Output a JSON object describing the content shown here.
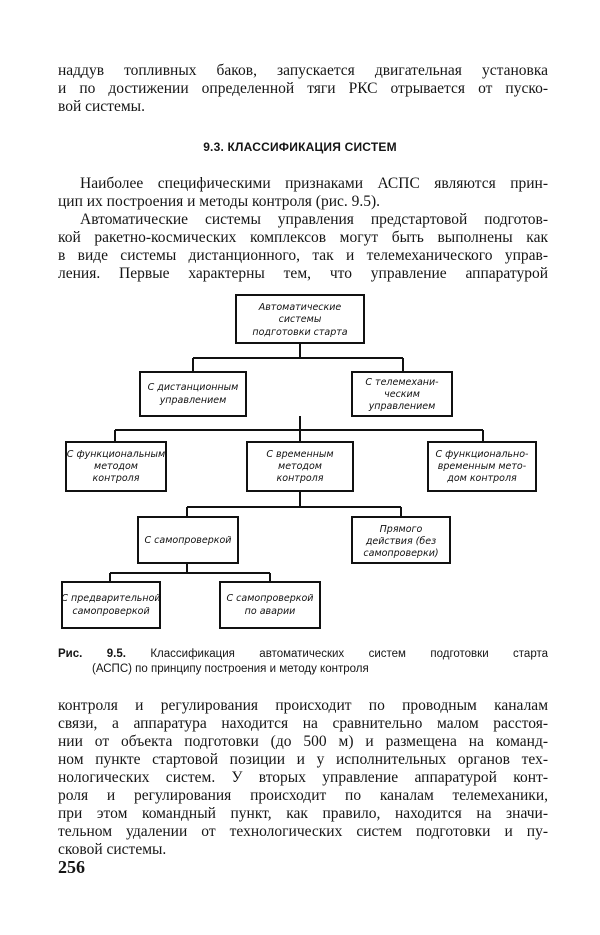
{
  "top_paragraph": [
    "наддув топливных баков, запускается двигательная установка",
    "и по достижении определенной тяги РКС отрывается от пуско-",
    "вой системы."
  ],
  "section_heading": "9.3. КЛАССИФИКАЦИЯ СИСТЕМ",
  "paragraph_1": [
    "Наиболее специфическими признаками АСПС являются прин-",
    "цип их построения и методы контроля (рис. 9.5)."
  ],
  "paragraph_2": [
    "Автоматические системы управления предстартовой подготов-",
    "кой ракетно-космических комплексов могут быть выполнены как",
    "в виде системы дистанционного, так и телемеханического управ-",
    "ления. Первые характерны тем, что управление аппаратурой"
  ],
  "diagram": {
    "root": [
      "Автоматические",
      "системы",
      "подготовки старта"
    ],
    "level1_left": [
      "С дистанционным",
      "управлением"
    ],
    "level1_right": [
      "С телемехани-",
      "ческим",
      "управлением"
    ],
    "level2_left": [
      "С функциональным",
      "методом",
      "контроля"
    ],
    "level2_center": [
      "С временным",
      "методом",
      "контроля"
    ],
    "level2_right": [
      "С функционально-",
      "временным мето-",
      "дом контроля"
    ],
    "level3_left": [
      "С самопроверкой"
    ],
    "level3_right": [
      "Прямого",
      "действия (без",
      "самопроверки)"
    ],
    "level4_left": [
      "С предварительной",
      "самопроверкой"
    ],
    "level4_right": [
      "С самопроверкой",
      "по аварии"
    ]
  },
  "caption": {
    "label": "Рис. 9.5.",
    "line1": "Классификация автоматических систем подготовки старта",
    "line2": "(АСПС) по принципу построения и методу контроля"
  },
  "bottom_paragraph": [
    "контроля и регулирования происходит по проводным каналам",
    "связи, а аппаратура находится на сравнительно малом расстоя-",
    "нии от объекта подготовки (до 500 м) и размещена на команд-",
    "ном пункте стартовой позиции и у исполнительных органов тех-",
    "нологических систем. У вторых управление аппаратурой конт-",
    "роля и регулирования происходит по каналам телемеханики,",
    "при этом командный пункт, как правило, находится на значи-",
    "тельном удалении от технологических систем подготовки и пу-",
    "сковой системы."
  ],
  "page_number": "256"
}
